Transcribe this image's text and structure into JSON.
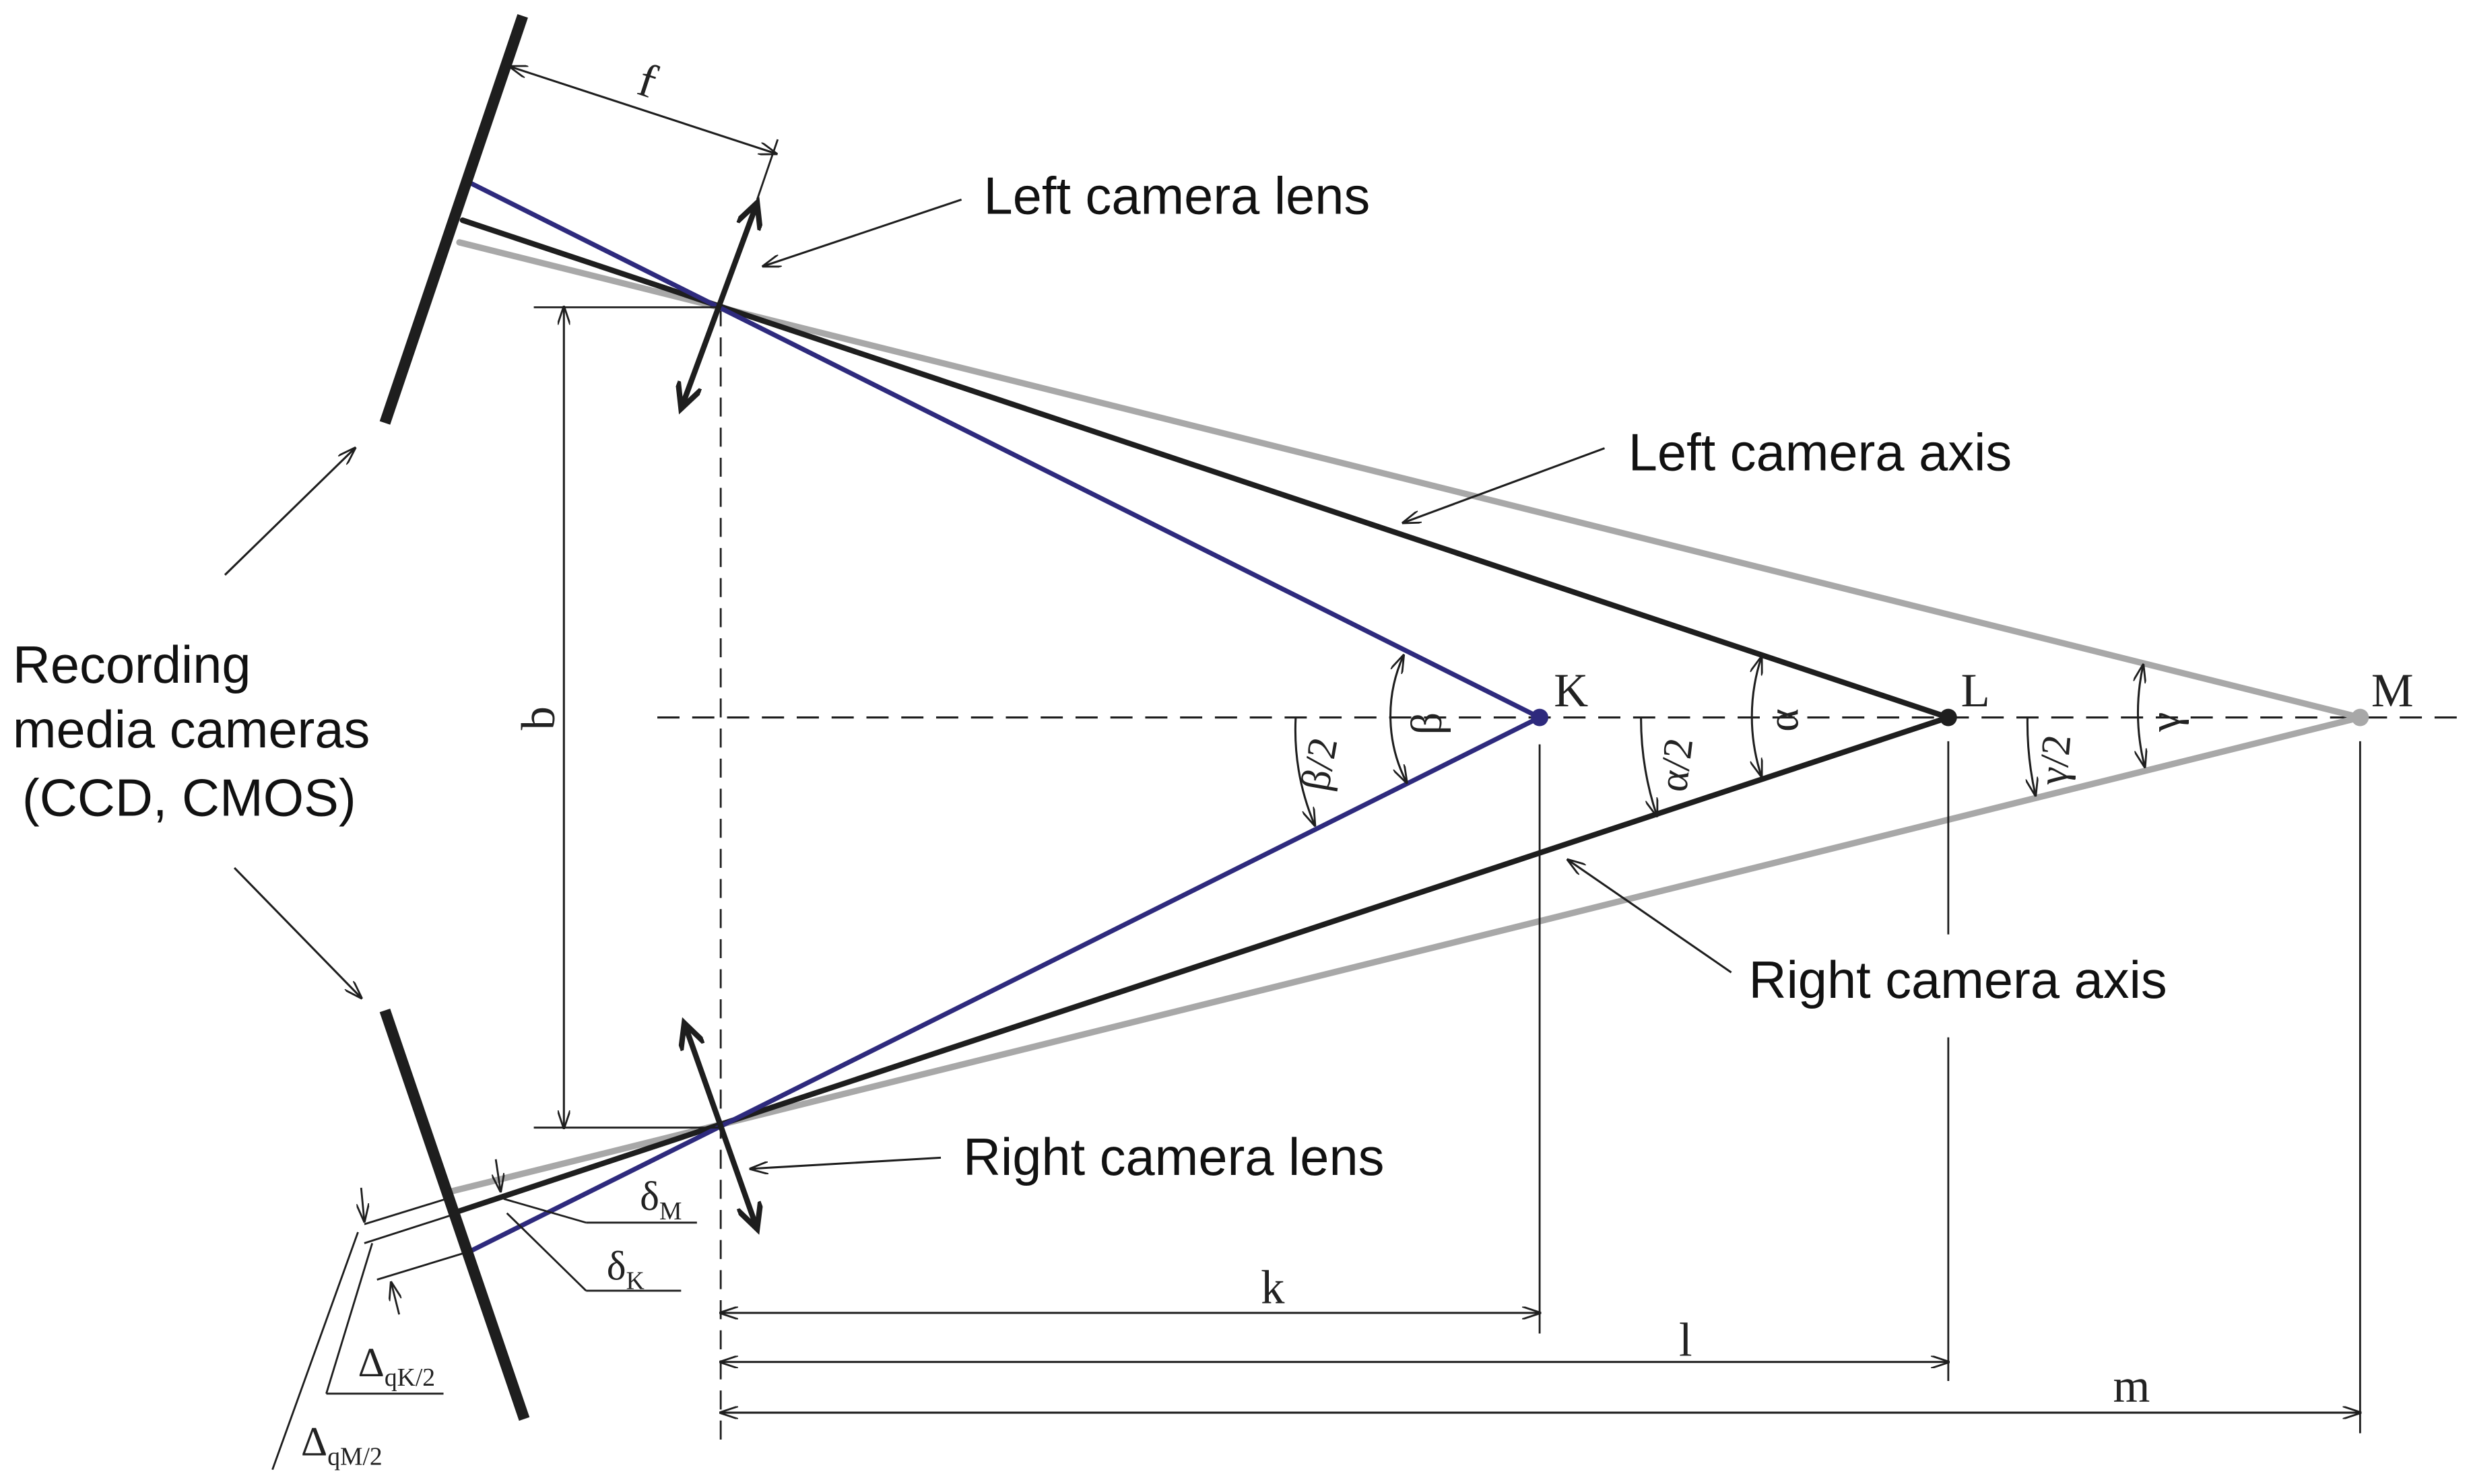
{
  "labels": {
    "left_lens": "Left camera lens",
    "left_axis": "Left camera axis",
    "right_axis": "Right camera axis",
    "right_lens": "Right camera lens",
    "recording_1": "Recording",
    "recording_2": "media cameras",
    "recording_3": "(CCD, CMOS)"
  },
  "symbols": {
    "f": "f",
    "b": "b",
    "K": "K",
    "L": "L",
    "M": "M",
    "k": "k",
    "l": "l",
    "m": "m",
    "alpha": "α",
    "alpha_half": "α/2",
    "beta": "β",
    "beta_half": "β/2",
    "gamma": "γ",
    "gamma_half": "γ/2",
    "delta_M": "δ",
    "delta_M_sub": "M",
    "delta_K": "δ",
    "delta_K_sub": "K",
    "dqK_main": "Δ",
    "dqK_sub": "qK/2",
    "dqM_main": "Δ",
    "dqM_sub": "qM/2"
  },
  "colors": {
    "ray_K": "#2e2a7d",
    "ray_L": "#1e1e1e",
    "ray_M": "#a8a8a8",
    "sensor": "#1e1e1e",
    "annotation": "#1e1e1e"
  }
}
